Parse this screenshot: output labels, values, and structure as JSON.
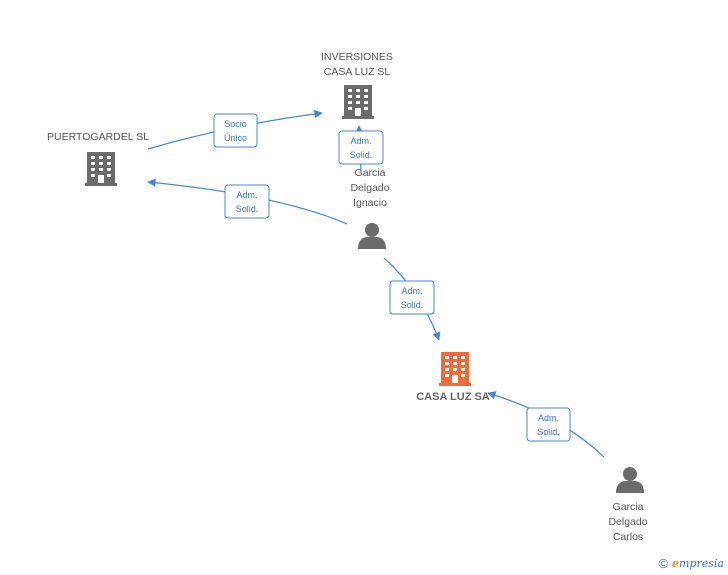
{
  "nodes": {
    "inversiones": {
      "line1": "INVERSIONES",
      "line2": "CASA LUZ SL",
      "kind": "company"
    },
    "puertogardel": {
      "line1": "PUERTOGARDEL SL",
      "kind": "company"
    },
    "ignacio": {
      "line1": "Garcia",
      "line2": "Delgado",
      "line3": "Ignacio",
      "kind": "person"
    },
    "casaluz": {
      "line1": "CASA LUZ SA",
      "kind": "company-main"
    },
    "carlos": {
      "line1": "Garcia",
      "line2": "Delgado",
      "line3": "Carlos",
      "kind": "person"
    }
  },
  "edges": {
    "socio_unico": {
      "line1": "Socio",
      "line2": "Único"
    },
    "adm_ignacio_inversiones": {
      "line1": "Adm.",
      "line2": "Solid."
    },
    "adm_ignacio_puertogardel": {
      "line1": "Adm.",
      "line2": "Solid."
    },
    "adm_ignacio_casaluz": {
      "line1": "Adm.",
      "line2": "Solid."
    },
    "adm_carlos_casaluz": {
      "line1": "Adm.",
      "line2": "Solid."
    }
  },
  "colors": {
    "edge": "#4a86d8",
    "company_icon": "#6b6b6b",
    "main_icon": "#f26b3a",
    "person_icon": "#6b6b6b"
  },
  "footer": {
    "copyright": "©",
    "brand_initial": "e",
    "brand_rest": "mpresia"
  }
}
